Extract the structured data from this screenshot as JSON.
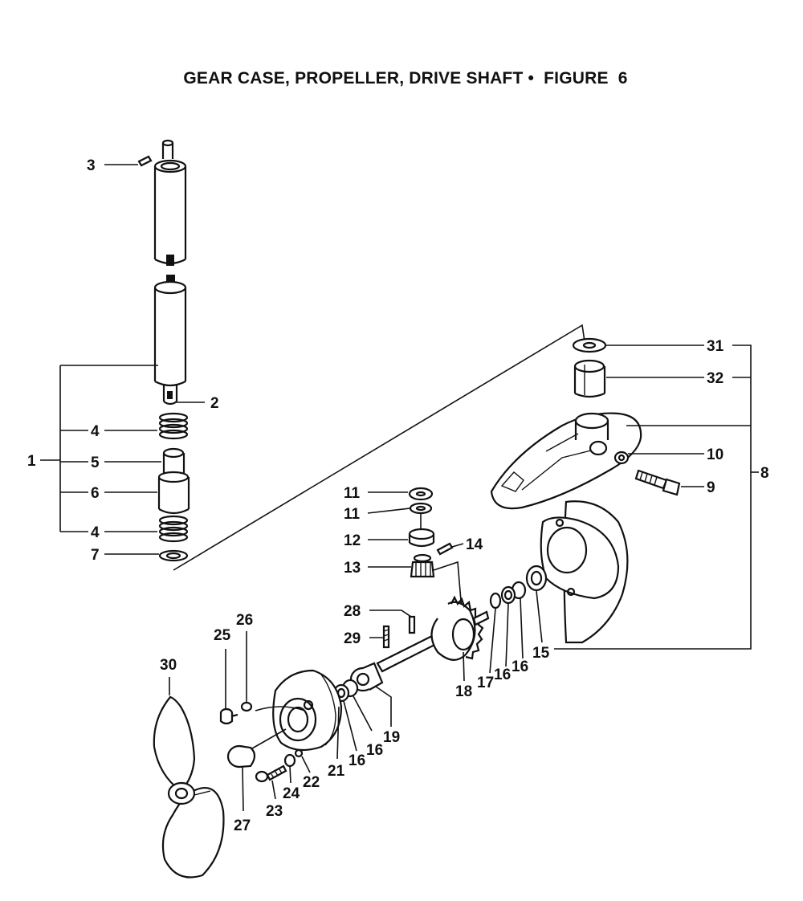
{
  "title": "GEAR CASE, PROPELLER, DRIVE SHAFT •  FIGURE  6",
  "callouts": {
    "c1": "1",
    "c2": "2",
    "c3": "3",
    "c4a": "4",
    "c4b": "4",
    "c5": "5",
    "c6": "6",
    "c7": "7",
    "c8": "8",
    "c9": "9",
    "c10": "10",
    "c11a": "11",
    "c11b": "11",
    "c12": "12",
    "c13": "13",
    "c14": "14",
    "c15": "15",
    "c16a": "16",
    "c16b": "16",
    "c16c": "16",
    "c16d": "16",
    "c17": "17",
    "c18": "18",
    "c19": "19",
    "c21": "21",
    "c22": "22",
    "c23": "23",
    "c24": "24",
    "c25": "25",
    "c26": "26",
    "c27": "27",
    "c28": "28",
    "c29": "29",
    "c30": "30",
    "c31": "31",
    "c32": "32"
  }
}
